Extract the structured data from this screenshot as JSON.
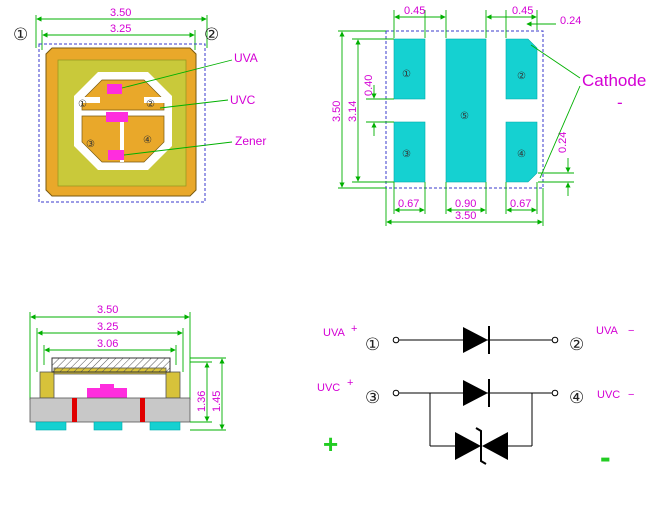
{
  "top_view": {
    "dim_outer": "3.50",
    "dim_inner": "3.25",
    "pin1": "①",
    "pin2": "②",
    "pin3": "③",
    "pin4": "④",
    "callout_uva": "UVA",
    "callout_uvc": "UVC",
    "callout_zener": "Zener"
  },
  "bottom_view": {
    "dim_pad_w_top": "0.45",
    "dim_pad_w_top_r": "0.45",
    "dim_chamfer": "0.24",
    "dim_height": "3.50",
    "dim_inner_h": "3.14",
    "dim_gap": "0.40",
    "dim_chamfer_side": "0.24",
    "dim_left": "0.67",
    "dim_center": "0.90",
    "dim_right": "0.67",
    "dim_total": "3.50",
    "pad1": "①",
    "pad2": "②",
    "pad3": "③",
    "pad4": "④",
    "pad5": "⑤",
    "cathode_label": "Cathode",
    "cathode_sign": "-"
  },
  "side_view": {
    "dim_a": "3.50",
    "dim_b": "3.25",
    "dim_c": "3.06",
    "dim_h1": "1.36",
    "dim_h2": "1.45"
  },
  "schematic": {
    "uva_plus": "UVA",
    "uva_plus_sign": "+",
    "uva_minus": "UVA",
    "uva_minus_sign": "−",
    "uvc_plus": "UVC",
    "uvc_plus_sign": "+",
    "uvc_minus": "UVC",
    "uvc_minus_sign": "−",
    "n1": "①",
    "n2": "②",
    "n3": "③",
    "n4": "④",
    "plus_symbol": "+",
    "minus_symbol": "-"
  }
}
